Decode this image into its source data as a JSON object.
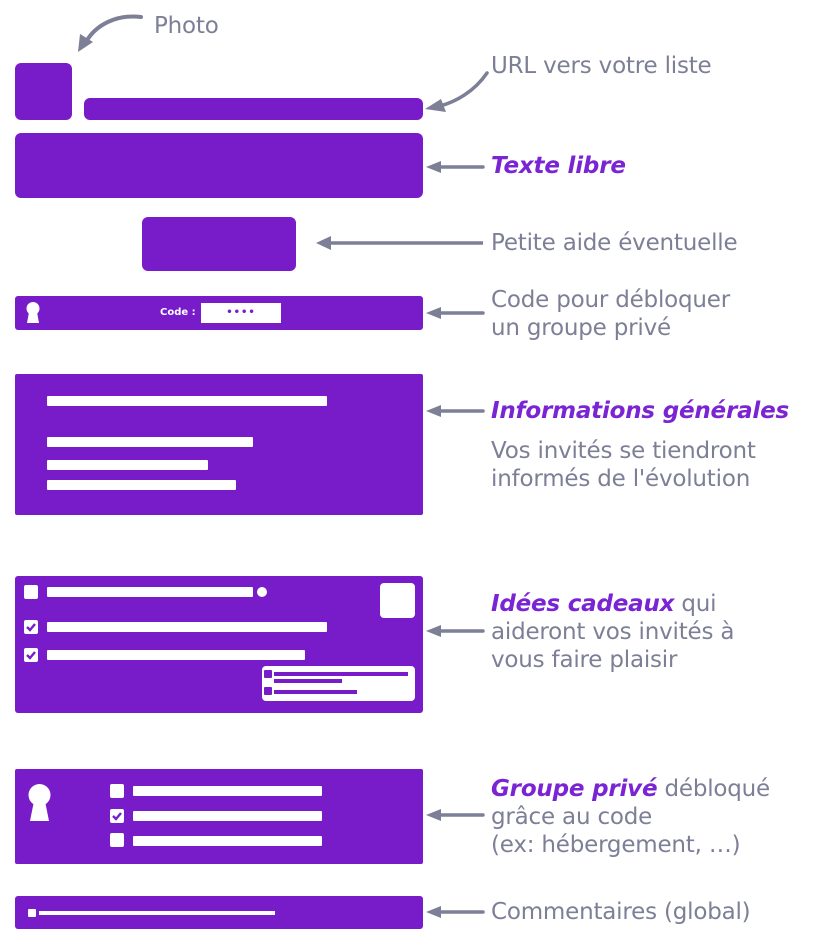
{
  "colors": {
    "block": "#771cc8",
    "accent_text": "#7a24d3",
    "annotation_text": "#7d7f96",
    "arrow": "#7d7f96",
    "background": "#ffffff"
  },
  "annotations": {
    "photo": "Photo",
    "url": "URL vers votre liste",
    "free_text": "Texte libre",
    "help": "Petite aide éventuelle",
    "code_line1": "Code pour débloquer",
    "code_line2": "un groupe privé",
    "info_title": "Informations générales",
    "info_line1": "Vos invités se tiendront",
    "info_line2": "informés de l'évolution",
    "gifts_title": "Idées cadeaux",
    "gifts_line1_suffix": " qui",
    "gifts_line2": "aideront vos invités à",
    "gifts_line3": "vous faire plaisir",
    "private_title": "Groupe privé",
    "private_line1_suffix": " débloqué",
    "private_line2": "grâce au code",
    "private_line3": "(ex: hébergement, …)",
    "comments": "Commentaires (global)"
  },
  "code_bar": {
    "label": "Code :",
    "value": "••••",
    "icon": "keyhole-icon"
  },
  "gifts": {
    "items": [
      {
        "checked": false
      },
      {
        "checked": true
      },
      {
        "checked": true
      }
    ]
  },
  "private_group": {
    "icon": "keyhole-icon",
    "items": [
      {
        "checked": false
      },
      {
        "checked": true
      },
      {
        "checked": false
      }
    ]
  }
}
